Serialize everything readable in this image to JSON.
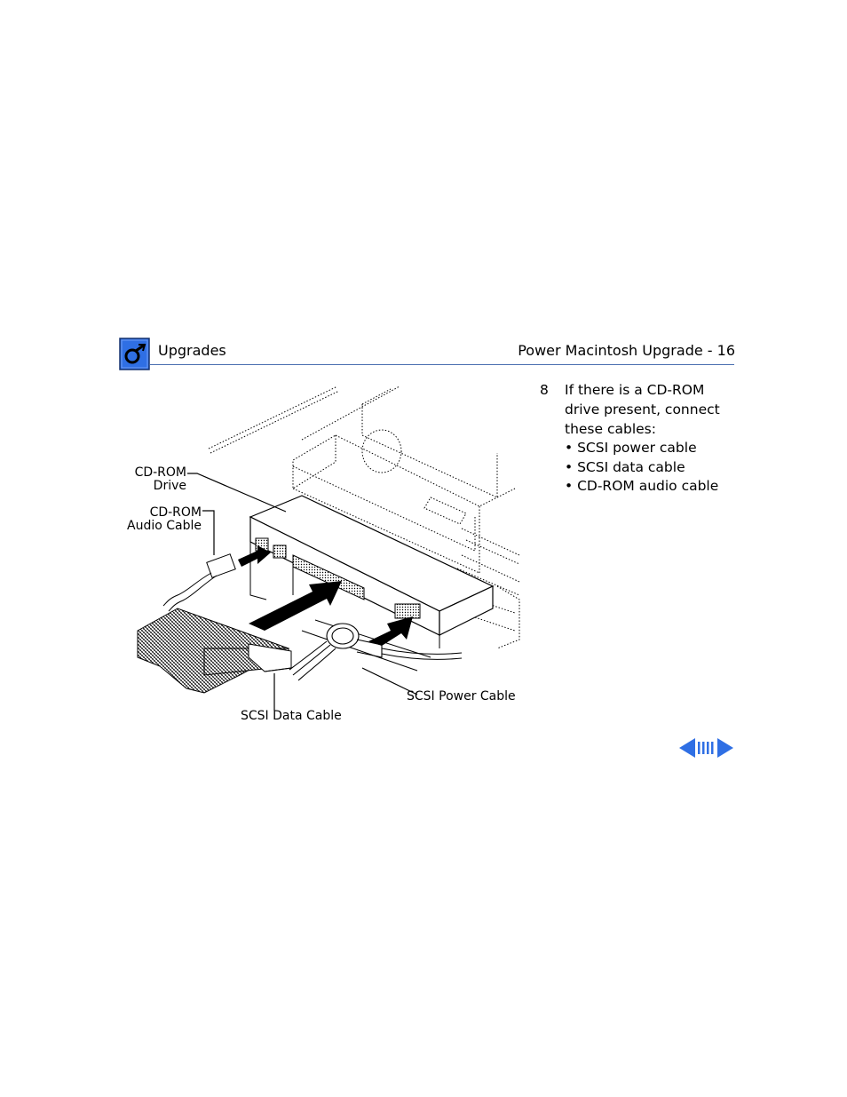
{
  "header": {
    "section_title": "Upgrades",
    "page_title": "Power Macintosh Upgrade - 16",
    "logo_icon": "apple-service-logo-icon",
    "accent_color": "#2f6fe4",
    "rule_color": "#4a6fb0"
  },
  "step": {
    "number": "8",
    "text": "If there is a CD-ROM drive present, connect these cables:",
    "bullets": [
      "• SCSI power cable",
      "• SCSI data cable",
      "• CD-ROM audio cable"
    ]
  },
  "illustration": {
    "callouts": {
      "cdrom_drive_line1": "CD-ROM",
      "cdrom_drive_line2": "Drive",
      "audio_cable_line1": "CD-ROM",
      "audio_cable_line2": "Audio Cable",
      "scsi_power_cable": "SCSI Power Cable",
      "scsi_data_cable": "SCSI Data Cable"
    }
  },
  "navigation": {
    "prev_icon": "triangle-left-icon",
    "index_icon": "page-index-icon",
    "next_icon": "triangle-right-icon",
    "color": "#2f6fe4"
  }
}
